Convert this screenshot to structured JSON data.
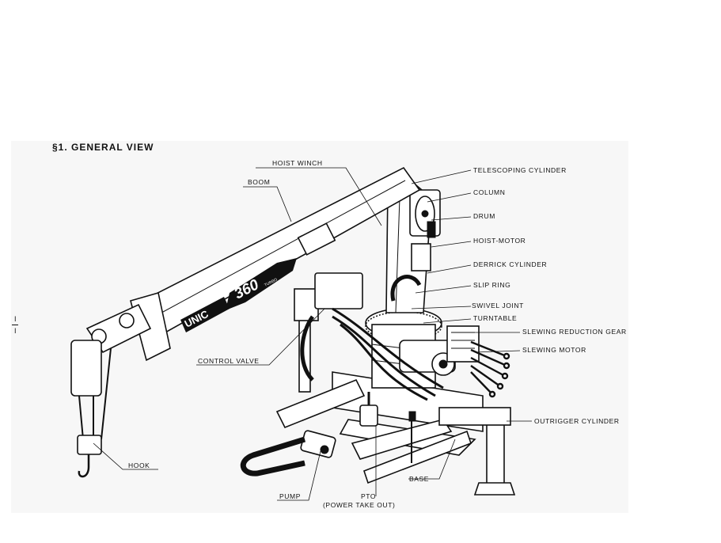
{
  "title": "§1. GENERAL VIEW",
  "margin_mark": "I",
  "brand": {
    "name": "UNIC",
    "model": "360",
    "model_sub": "TURBO"
  },
  "labels": {
    "hoist_winch": "HOIST WINCH",
    "boom": "BOOM",
    "telescoping_cylinder": "TELESCOPING CYLINDER",
    "column": "COLUMN",
    "drum": "DRUM",
    "hoist_motor": "HOIST-MOTOR",
    "derrick_cylinder": "DERRICK CYLINDER",
    "slip_ring": "SLIP RING",
    "swivel_joint": "SWIVEL JOINT",
    "turntable": "TURNTABLE",
    "slewing_reduction_gear": "SLEWING REDUCTION GEAR",
    "slewing_motor": "SLEWING MOTOR",
    "control_valve": "CONTROL VALVE",
    "outrigger_cylinder": "OUTRIGGER CYLINDER",
    "hook": "HOOK",
    "base": "BASE",
    "pump": "PUMP",
    "pto": "PTO",
    "pto_full": "(POWER TAKE OUT)"
  }
}
